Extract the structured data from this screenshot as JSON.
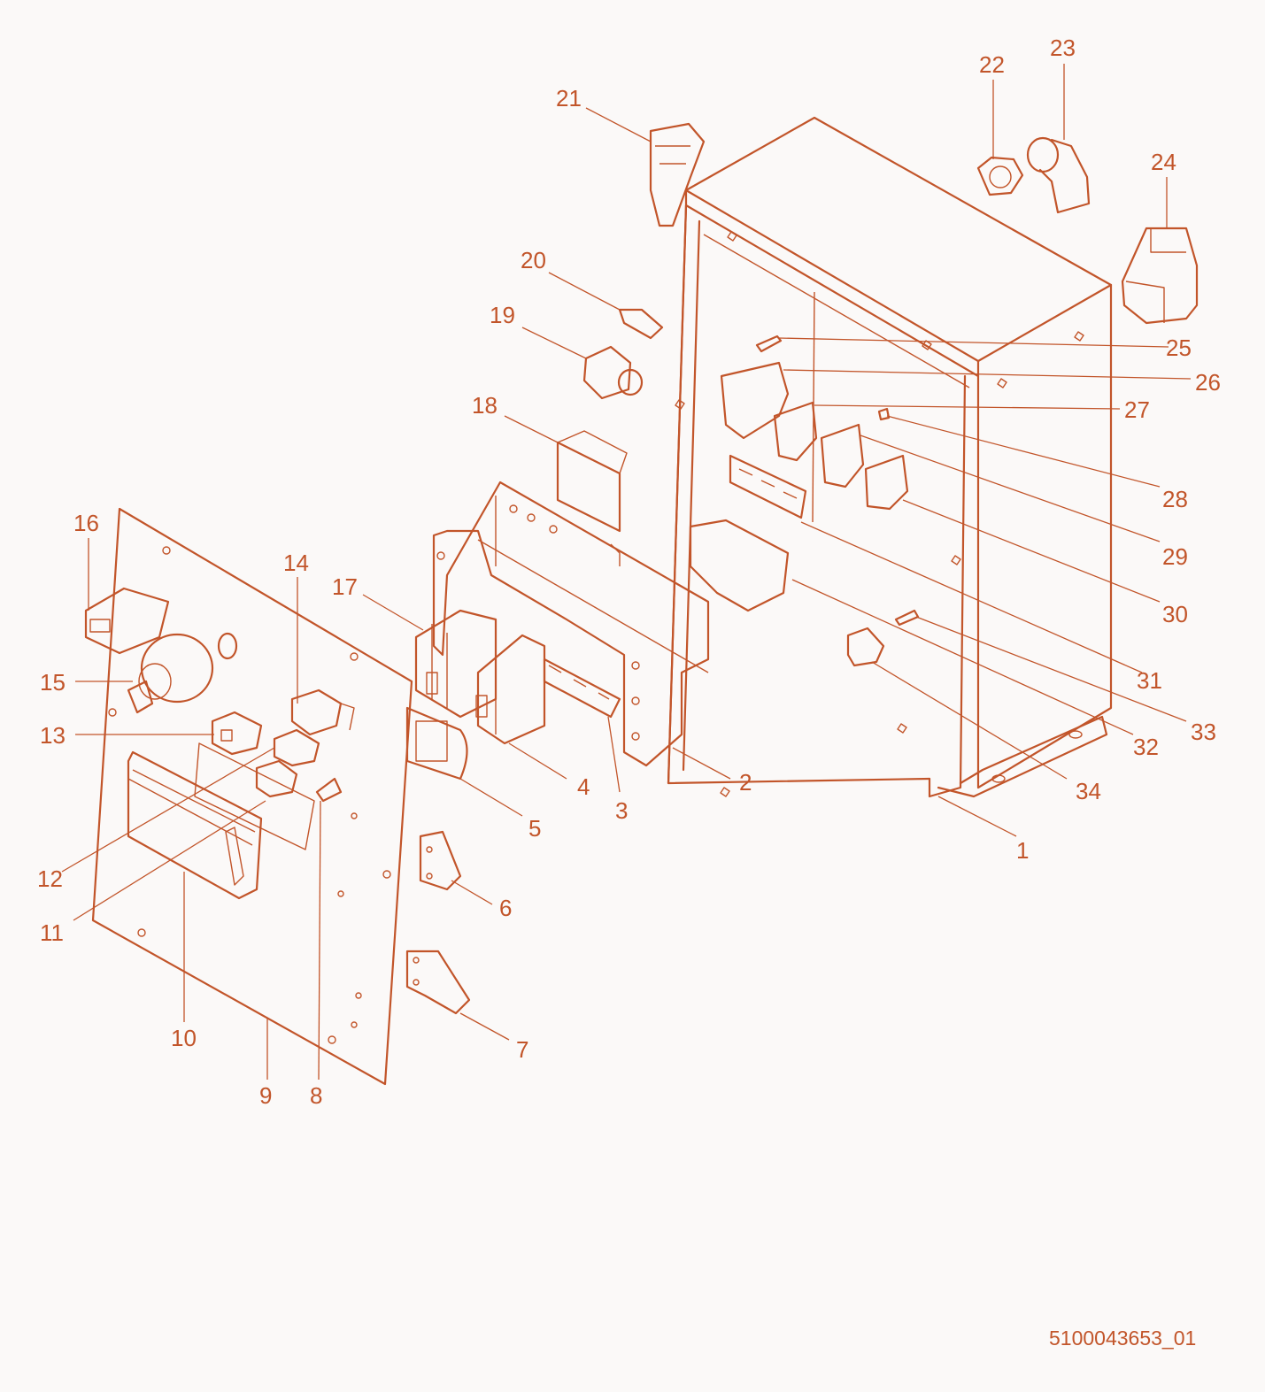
{
  "diagram_code": "5100043653_01",
  "accent_color": "#c2552a",
  "callouts": [
    {
      "id": "1",
      "label": "1"
    },
    {
      "id": "2",
      "label": "2"
    },
    {
      "id": "3",
      "label": "3"
    },
    {
      "id": "4",
      "label": "4"
    },
    {
      "id": "5",
      "label": "5"
    },
    {
      "id": "6",
      "label": "6"
    },
    {
      "id": "7",
      "label": "7"
    },
    {
      "id": "8",
      "label": "8"
    },
    {
      "id": "9",
      "label": "9"
    },
    {
      "id": "10",
      "label": "10"
    },
    {
      "id": "11",
      "label": "11"
    },
    {
      "id": "12",
      "label": "12"
    },
    {
      "id": "13",
      "label": "13"
    },
    {
      "id": "14",
      "label": "14"
    },
    {
      "id": "15",
      "label": "15"
    },
    {
      "id": "16",
      "label": "16"
    },
    {
      "id": "17",
      "label": "17"
    },
    {
      "id": "18",
      "label": "18"
    },
    {
      "id": "19",
      "label": "19"
    },
    {
      "id": "20",
      "label": "20"
    },
    {
      "id": "21",
      "label": "21"
    },
    {
      "id": "22",
      "label": "22"
    },
    {
      "id": "23",
      "label": "23"
    },
    {
      "id": "24",
      "label": "24"
    },
    {
      "id": "25",
      "label": "25"
    },
    {
      "id": "26",
      "label": "26"
    },
    {
      "id": "27",
      "label": "27"
    },
    {
      "id": "28",
      "label": "28"
    },
    {
      "id": "29",
      "label": "29"
    },
    {
      "id": "30",
      "label": "30"
    },
    {
      "id": "31",
      "label": "31"
    },
    {
      "id": "32",
      "label": "32"
    },
    {
      "id": "33",
      "label": "33"
    },
    {
      "id": "34",
      "label": "34"
    }
  ]
}
